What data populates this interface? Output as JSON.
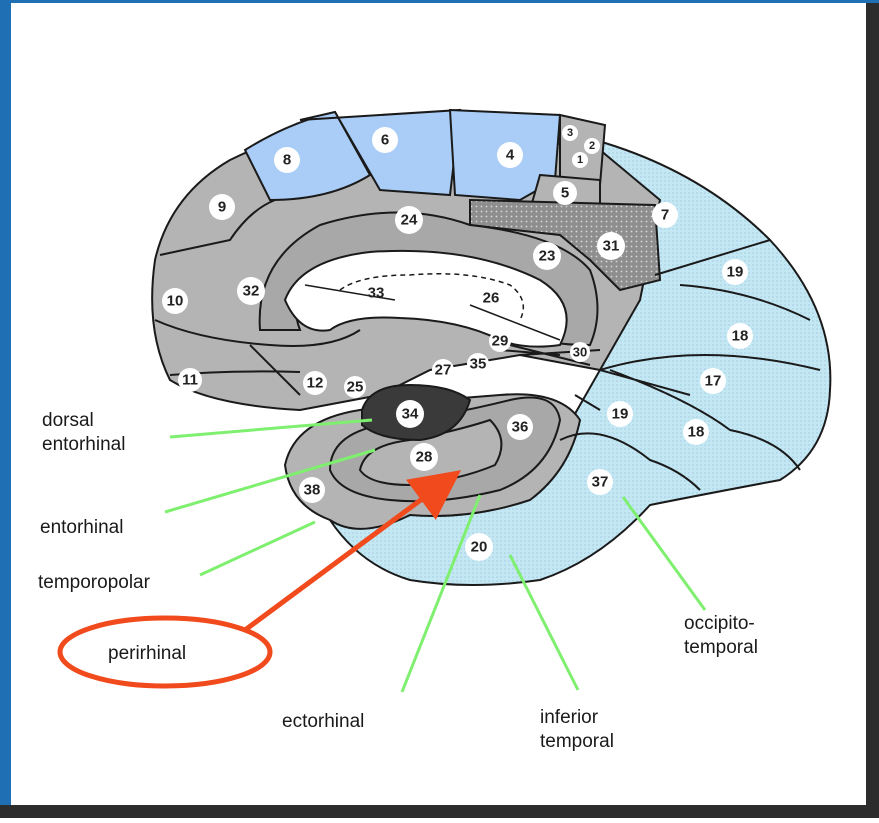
{
  "colors": {
    "frame_left": "#1f6fb5",
    "frame_right": "#2c2c2c",
    "motor_blue": "#a9cdf6",
    "visual_light_blue": "#c4e7f4",
    "limbic_gray": "#b4b4b4",
    "entorhinal_dark": "#3a3a3a",
    "pointer_lines": "#7fef6f",
    "highlight": "#f04a1d"
  },
  "areas": {
    "a1": "1",
    "a2": "2",
    "a3": "3",
    "a4": "4",
    "a5": "5",
    "a6": "6",
    "a7": "7",
    "a8": "8",
    "a9": "9",
    "a10": "10",
    "a11": "11",
    "a12": "12",
    "a17": "17",
    "a18a": "18",
    "a18b": "18",
    "a19a": "19",
    "a19b": "19",
    "a20": "20",
    "a23": "23",
    "a24": "24",
    "a25": "25",
    "a26": "26",
    "a27": "27",
    "a28": "28",
    "a29": "29",
    "a30": "30",
    "a31": "31",
    "a32": "32",
    "a33": "33",
    "a34": "34",
    "a35": "35",
    "a36": "36",
    "a37": "37",
    "a38": "38"
  },
  "labels": {
    "dorsal_entorhinal": [
      "dorsal",
      "entorhinal"
    ],
    "entorhinal": "entorhinal",
    "temporopolar": "temporopolar",
    "perirhinal": "perirhinal",
    "ectorhinal": "ectorhinal",
    "inferior_temporal": [
      "inferior",
      "temporal"
    ],
    "occipito_temporal": [
      "occipito-",
      "temporal"
    ]
  }
}
